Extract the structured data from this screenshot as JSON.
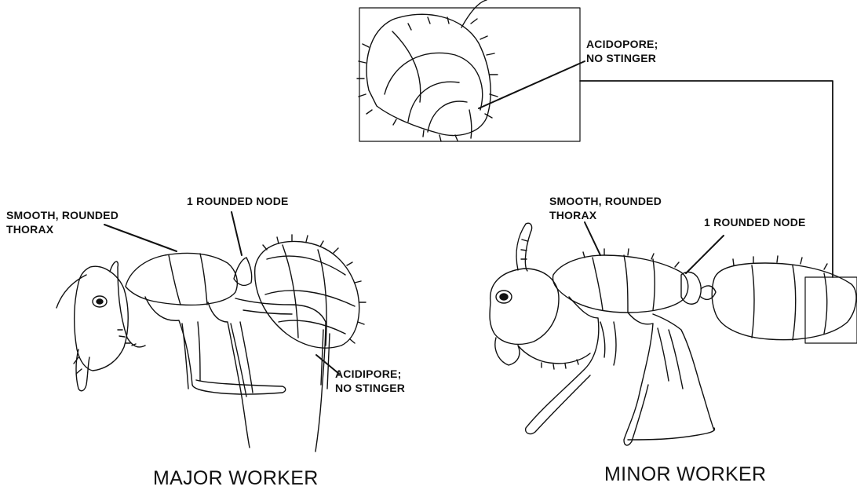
{
  "major": {
    "thorax_label": [
      "SMOOTH, ROUNDED",
      "THORAX"
    ],
    "node_label": "1 ROUNDED NODE",
    "acidopore_label": [
      "ACIDIPORE;",
      "NO STINGER"
    ],
    "title": "MAJOR WORKER"
  },
  "minor": {
    "thorax_label": [
      "SMOOTH, ROUNDED",
      "THORAX"
    ],
    "node_label": "1 ROUNDED NODE",
    "title": "MINOR WORKER"
  },
  "inset": {
    "acidopore_label": [
      "ACIDOPORE;",
      "NO STINGER"
    ]
  },
  "colors": {
    "ink": "#111111",
    "background": "#ffffff"
  },
  "icons": [
    "major-worker-ant-drawing",
    "minor-worker-ant-drawing",
    "gaster-closeup-drawing"
  ]
}
